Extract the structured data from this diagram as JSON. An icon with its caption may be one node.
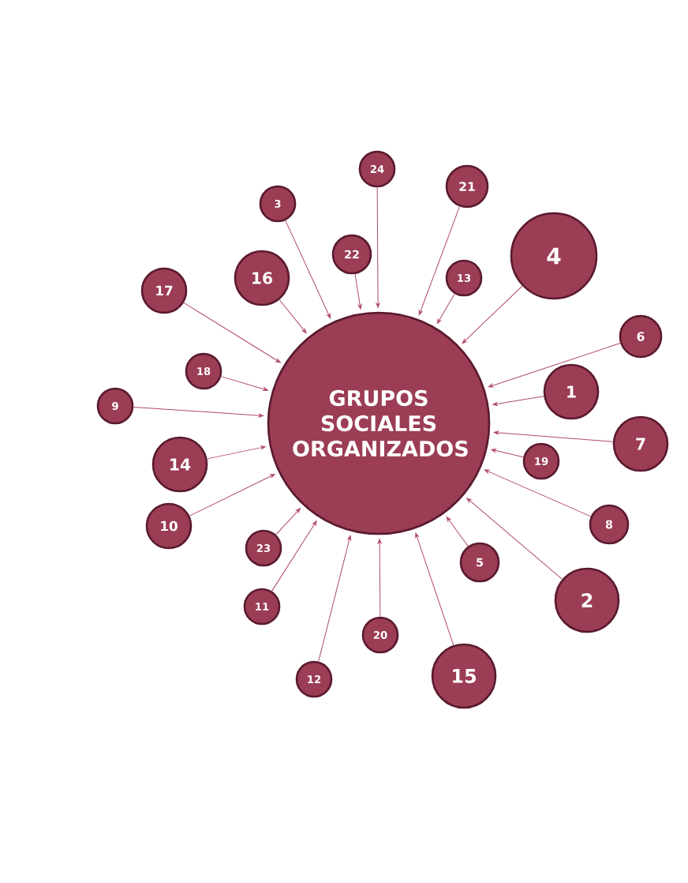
{
  "diagram": {
    "nodes": [
      {
        "text": [
          "GRUPOS SOCIALES ORGANIZADOS"
        ]
      },
      {
        "text": [
          "24"
        ]
      },
      {
        "text": [
          "21"
        ]
      },
      {
        "text": [
          "3"
        ]
      },
      {
        "text": [
          "22"
        ]
      },
      {
        "text": [
          "4"
        ]
      },
      {
        "text": [
          "16"
        ]
      },
      {
        "text": [
          "13"
        ]
      },
      {
        "text": [
          "17"
        ]
      },
      {
        "text": [
          "6"
        ]
      },
      {
        "text": [
          "18"
        ]
      },
      {
        "text": [
          "1"
        ]
      },
      {
        "text": [
          "9"
        ]
      },
      {
        "text": [
          "7"
        ]
      },
      {
        "text": [
          "19"
        ]
      },
      {
        "text": [
          "14"
        ]
      },
      {
        "text": [
          "10"
        ]
      },
      {
        "text": [
          "8"
        ]
      },
      {
        "text": [
          "23"
        ]
      },
      {
        "text": [
          "5"
        ]
      },
      {
        "text": [
          "11"
        ]
      },
      {
        "text": [
          "2"
        ]
      },
      {
        "text": [
          "20"
        ]
      },
      {
        "text": [
          "15"
        ]
      },
      {
        "text": [
          "12"
        ]
      }
    ],
    "edges": [
      {
        "from": 1,
        "to": 0,
        "arrow": "to"
      },
      {
        "from": 2,
        "to": 0,
        "arrow": "to"
      },
      {
        "from": 3,
        "to": 0,
        "arrow": "to"
      },
      {
        "from": 4,
        "to": 0,
        "arrow": "to"
      },
      {
        "from": 5,
        "to": 0,
        "arrow": "to"
      },
      {
        "from": 6,
        "to": 0,
        "arrow": "to"
      },
      {
        "from": 7,
        "to": 0,
        "arrow": "to"
      },
      {
        "from": 8,
        "to": 0,
        "arrow": "to"
      },
      {
        "from": 9,
        "to": 0,
        "arrow": "to"
      },
      {
        "from": 10,
        "to": 0,
        "arrow": "to"
      },
      {
        "from": 11,
        "to": 0,
        "arrow": "to"
      },
      {
        "from": 12,
        "to": 0,
        "arrow": "to"
      },
      {
        "from": 13,
        "to": 0,
        "arrow": "to"
      },
      {
        "from": 14,
        "to": 0,
        "arrow": "to"
      },
      {
        "from": 15,
        "to": 0,
        "arrow": "to"
      },
      {
        "from": 16,
        "to": 0,
        "arrow": "to"
      },
      {
        "from": 17,
        "to": 0,
        "arrow": "to"
      },
      {
        "from": 18,
        "to": 0,
        "arrow": "to"
      },
      {
        "from": 19,
        "to": 0,
        "arrow": "to"
      },
      {
        "from": 20,
        "to": 0,
        "arrow": "to"
      },
      {
        "from": 21,
        "to": 0,
        "arrow": "to"
      },
      {
        "from": 22,
        "to": 0,
        "arrow": "to"
      },
      {
        "from": 23,
        "to": 0,
        "arrow": "to"
      },
      {
        "from": 24,
        "to": 0,
        "arrow": "to"
      }
    ]
  }
}
